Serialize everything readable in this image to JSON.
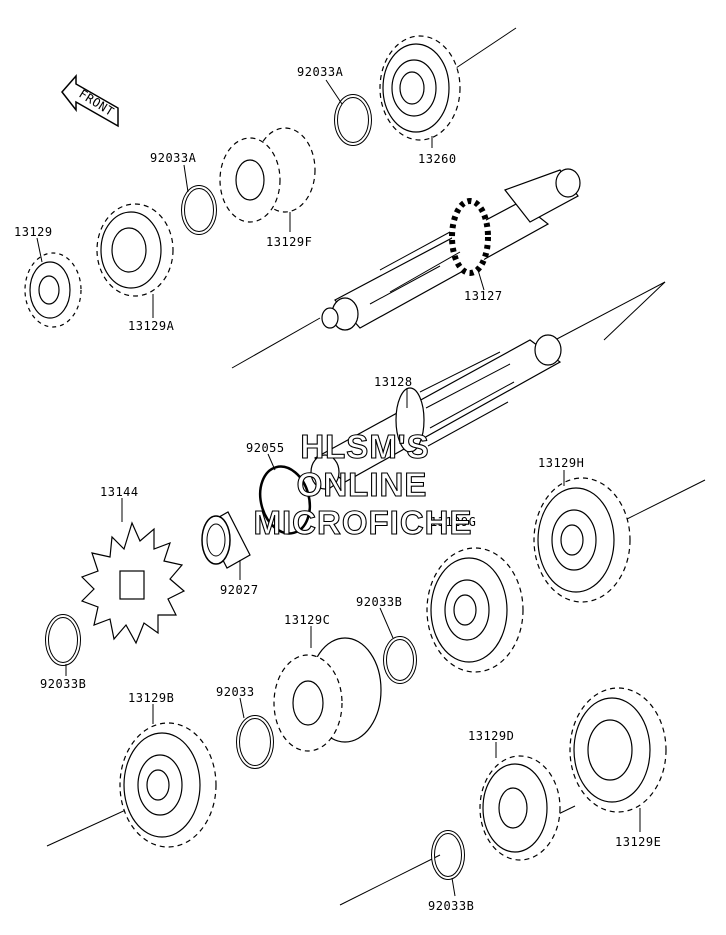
{
  "watermark": {
    "line1": "HLSM'S",
    "line2": "ONLINE",
    "line3": "MICROFICHE"
  },
  "front_arrow": {
    "label": "FRONT"
  },
  "part_labels": {
    "p92033A_top": "92033A",
    "p13260": "13260",
    "p92033A_left": "92033A",
    "p13129F": "13129F",
    "p13129": "13129",
    "p13129A": "13129A",
    "p13127": "13127",
    "p13128": "13128",
    "p92055": "92055",
    "p13144": "13144",
    "p92027": "92027",
    "p13129G": "13129G",
    "p13129H": "13129H",
    "p92033B_mid": "92033B",
    "p92033B_left": "92033B",
    "p13129C": "13129C",
    "p92033": "92033",
    "p13129B": "13129B",
    "p13129D": "13129D",
    "p13129E": "13129E",
    "p92033B_bottom": "92033B"
  },
  "colors": {
    "ink": "#000000",
    "paper": "#ffffff"
  }
}
